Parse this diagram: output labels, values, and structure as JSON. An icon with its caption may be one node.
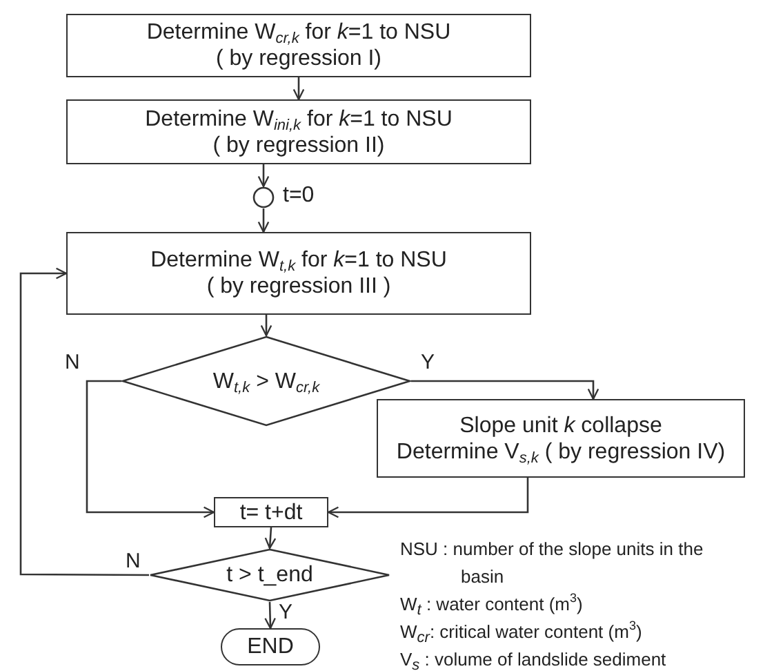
{
  "diagram": {
    "nodes": [
      {
        "text": [
          "Determine W$_{cr,k}$  for *k*=1 to NSU",
          "( by regression I)"
        ]
      },
      {
        "text": [
          "Determine W$_{ini,k}$  for *k*=1 to NSU",
          "( by regression II)"
        ]
      },
      {
        "text": [],
        "shape": "circle",
        "beside": [
          "t=0"
        ]
      },
      {
        "text": [
          "Determine W$_{t,k}$  for *k*=1 to NSU",
          "( by regression III )"
        ]
      },
      {
        "text": [
          "W$_{t,k}$ > W$_{cr,k}$"
        ]
      },
      {
        "text": [
          "Slope unit *k* collapse",
          "Determine V$_{s,k}$ ( by regression IV)"
        ]
      },
      {
        "text": [
          "t= t+dt"
        ]
      },
      {
        "text": [
          "t > t_end"
        ]
      },
      {
        "text": [
          "END"
        ]
      }
    ],
    "edges": [
      {
        "from": 0,
        "to": 1,
        "arrow": "to"
      },
      {
        "from": 1,
        "to": 2,
        "arrow": "to"
      },
      {
        "from": 2,
        "to": 3,
        "arrow": "to"
      },
      {
        "from": 3,
        "to": 4,
        "arrow": "to"
      },
      {
        "from": 4,
        "to": 6,
        "arrow": "to",
        "label": "N"
      },
      {
        "from": 4,
        "to": 5,
        "arrow": "to",
        "label": "Y"
      },
      {
        "from": 5,
        "to": 6,
        "arrow": "to"
      },
      {
        "from": 6,
        "to": 7,
        "arrow": "to"
      },
      {
        "from": 7,
        "to": 3,
        "arrow": "to",
        "label": "N"
      },
      {
        "from": 7,
        "to": 8,
        "arrow": "to",
        "label": "Y"
      }
    ],
    "labels": [
      "NSU : number of the slope units in the basin",
      "W$_{t}$ : water content (m$^{3}$)",
      "W$_{cr}$: critical water content (m$^{3}$)",
      "V$_{s}$ :  volume of landslide sediment"
    ]
  }
}
